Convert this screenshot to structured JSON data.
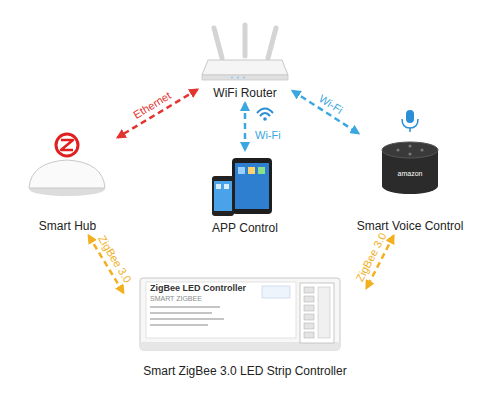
{
  "diagram": {
    "nodes": [
      {
        "text": [
          "WiFi Router"
        ]
      },
      {
        "text": [
          "Smart Hub"
        ]
      },
      {
        "text": [
          "APP Control"
        ]
      },
      {
        "text": [
          "Smart Voice Control"
        ]
      },
      {
        "text": [
          "Smart ZigBee 3.0 LED Strip Controller"
        ]
      }
    ],
    "edges": [
      {
        "from": 0,
        "to": 1,
        "label": "Ethernet",
        "arrow": "both"
      },
      {
        "from": 0,
        "to": 2,
        "label": "Wi-Fi",
        "arrow": "both"
      },
      {
        "from": 0,
        "to": 3,
        "label": "Wi-Fi",
        "arrow": "both"
      },
      {
        "from": 1,
        "to": 4,
        "label": "ZigBee 3.0",
        "arrow": "both"
      },
      {
        "from": 3,
        "to": 4,
        "label": "ZigBee 3.0",
        "arrow": "both"
      }
    ],
    "labels": [
      "amazon",
      "ZigBee LED Controller",
      "SMART ZIGBEE"
    ]
  }
}
